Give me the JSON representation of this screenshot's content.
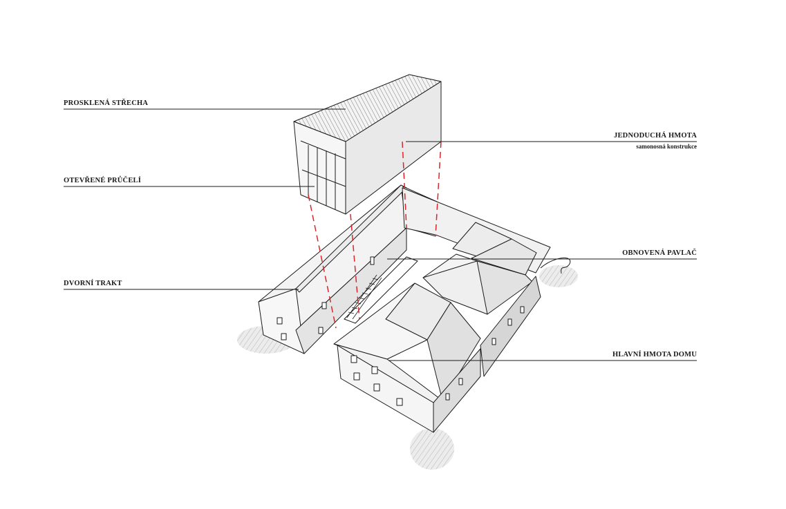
{
  "labels": {
    "glass_roof": "PROSKLENÁ STŘECHA",
    "open_facade": "OTEVŘENÉ PRŮČELÍ",
    "courtyard_wing": "DVORNÍ TRAKT",
    "simple_mass": "JEDNODUCHÁ HMOTA",
    "simple_mass_sub": "samonosná konstrukce",
    "restored_gallery": "OBNOVENÁ PAVLAČ",
    "main_mass": "HLAVNÍ HMOTA DOMU"
  },
  "colors": {
    "line": "#1a1a1a",
    "dashed_projection": "#d9242b",
    "wall_light": "#f2f2f2",
    "wall_mid": "#e6e6e6",
    "wall_dark": "#d8d8d8",
    "shadow": "#e3e3e3"
  }
}
